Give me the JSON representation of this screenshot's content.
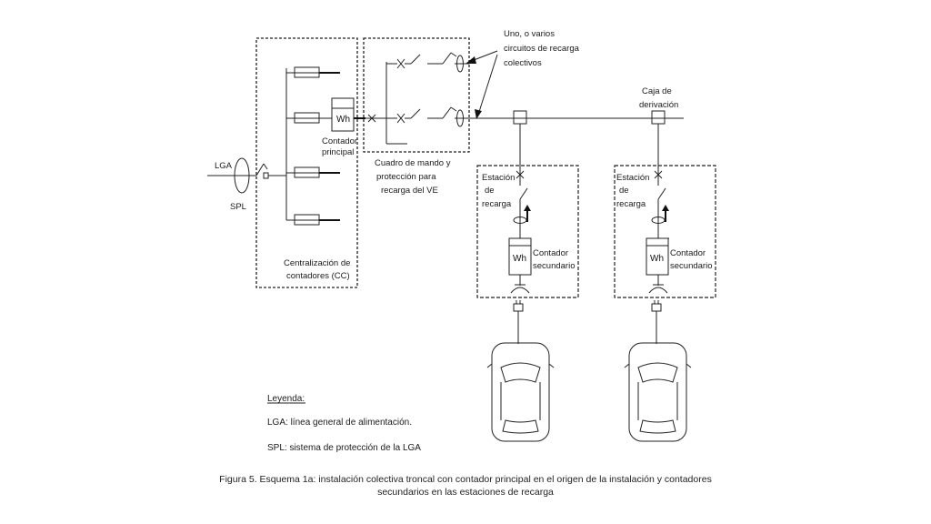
{
  "labels": {
    "lga": "LGA",
    "spl": "SPL",
    "wh": "Wh",
    "contador_principal": [
      "Contador",
      "principal"
    ],
    "centralizacion": [
      "Centralización de",
      "contadores (CC)"
    ],
    "cuadro": [
      "Cuadro de mando y",
      "protección para",
      "recarga del VE"
    ],
    "circuitos": [
      "Uno, o varios",
      "circuitos de recarga",
      "colectivos"
    ],
    "caja": [
      "Caja de",
      "derivación"
    ],
    "estacion": [
      "Estación",
      "de",
      "recarga"
    ],
    "contador_secundario": [
      "Contador",
      "secundario"
    ]
  },
  "legend": {
    "title": "Leyenda:",
    "items": [
      "LGA: línea general de alimentación.",
      "SPL: sistema de protección de la LGA"
    ]
  },
  "caption": [
    "Figura 5. Esquema 1a: instalación colectiva troncal con contador principal en el origen de la instalación y contadores",
    "secundarios en las estaciones de recarga"
  ]
}
